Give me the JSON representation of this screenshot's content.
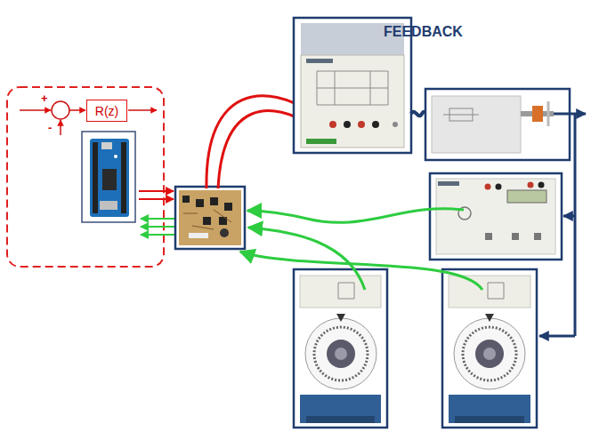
{
  "diagram": {
    "nodes": [
      {
        "text": [
          "FEEDBACK"
        ]
      },
      {
        "text": [
          "R(z)"
        ]
      }
    ],
    "labels": [
      "+",
      "-"
    ]
  }
}
